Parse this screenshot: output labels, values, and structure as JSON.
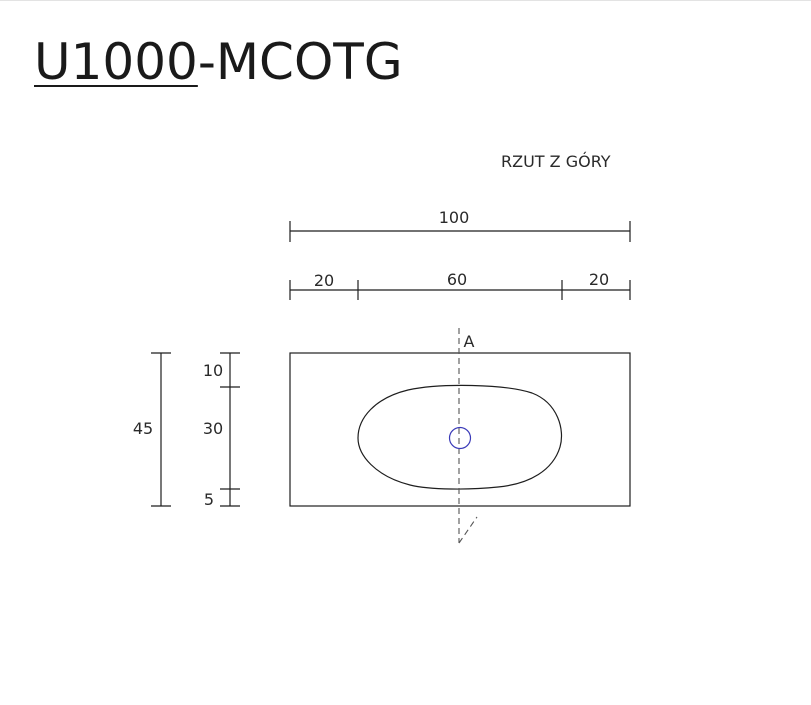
{
  "title": {
    "model": "U1000",
    "suffix": "-MCOTG"
  },
  "view_label": "RZUT Z GÓRY",
  "section_label": "A",
  "dimensions": {
    "overall_width": "100",
    "left_margin": "20",
    "basin_width": "60",
    "right_margin": "20",
    "overall_depth": "45",
    "top_margin": "10",
    "basin_depth": "30",
    "bottom_margin": "5"
  },
  "colors": {
    "lines": "#1e1e1e",
    "drain": "#3a3ab8",
    "section_line": "#555555"
  },
  "icon": "drain-hole-icon"
}
